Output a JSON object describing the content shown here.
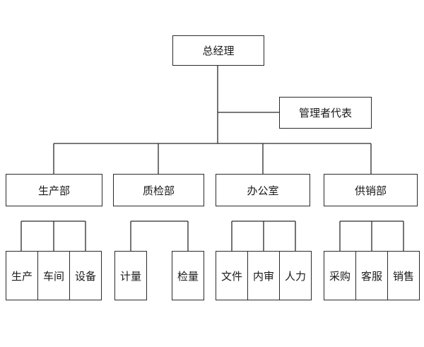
{
  "top": {
    "general_manager": "总经理",
    "management_rep": "管理者代表"
  },
  "departments": [
    {
      "label": "生产部",
      "children": [
        "生产",
        "车间",
        "设备"
      ]
    },
    {
      "label": "质检部",
      "children": [
        "计量",
        "检量"
      ]
    },
    {
      "label": "办公室",
      "children": [
        "文件",
        "内审",
        "人力"
      ]
    },
    {
      "label": "供销部",
      "children": [
        "采购",
        "客服",
        "销售"
      ]
    }
  ],
  "colors": {
    "line": "#2a2a2a",
    "box_border": "#2a2a2a",
    "text": "#1a1a1a",
    "background": "#ffffff"
  }
}
